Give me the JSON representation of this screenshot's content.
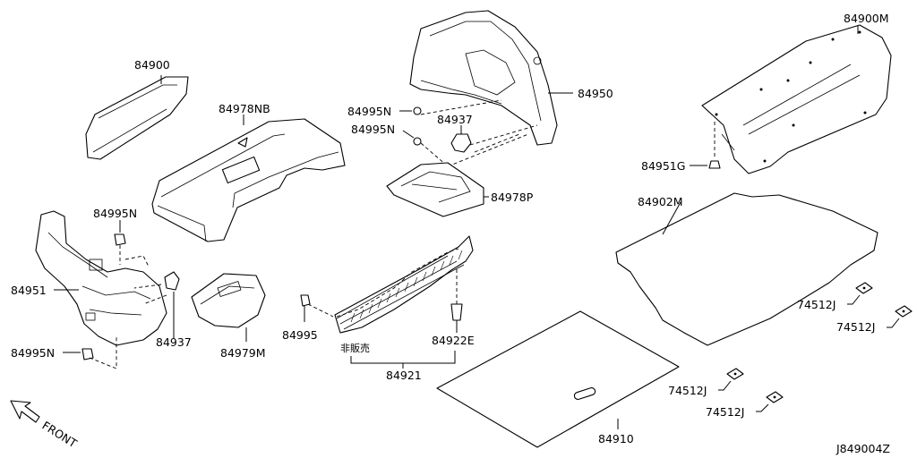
{
  "diagram": {
    "ref_code": "J849004Z",
    "direction_label": "FRONT",
    "labels": {
      "p84900": "84900",
      "p84978nb": "84978NB",
      "p84995n_top": "84995N",
      "p84937_top": "84937",
      "p84995n_mid": "84995N",
      "p84950": "84950",
      "p84900m": "84900M",
      "p84951g": "84951G",
      "p84978p": "84978P",
      "p84902m": "84902M",
      "p84995n_left": "84995N",
      "p84951": "84951",
      "p84937_left": "84937",
      "p84995n_bottom": "84995N",
      "p84979m": "84979M",
      "p84995": "84995",
      "p_not_for_sale": "非販売",
      "p84922e": "84922E",
      "p84921": "84921",
      "p74512j_a": "74512J",
      "p74512j_b": "74512J",
      "p74512j_c": "74512J",
      "p74512j_d": "74512J",
      "p84910": "84910"
    }
  }
}
